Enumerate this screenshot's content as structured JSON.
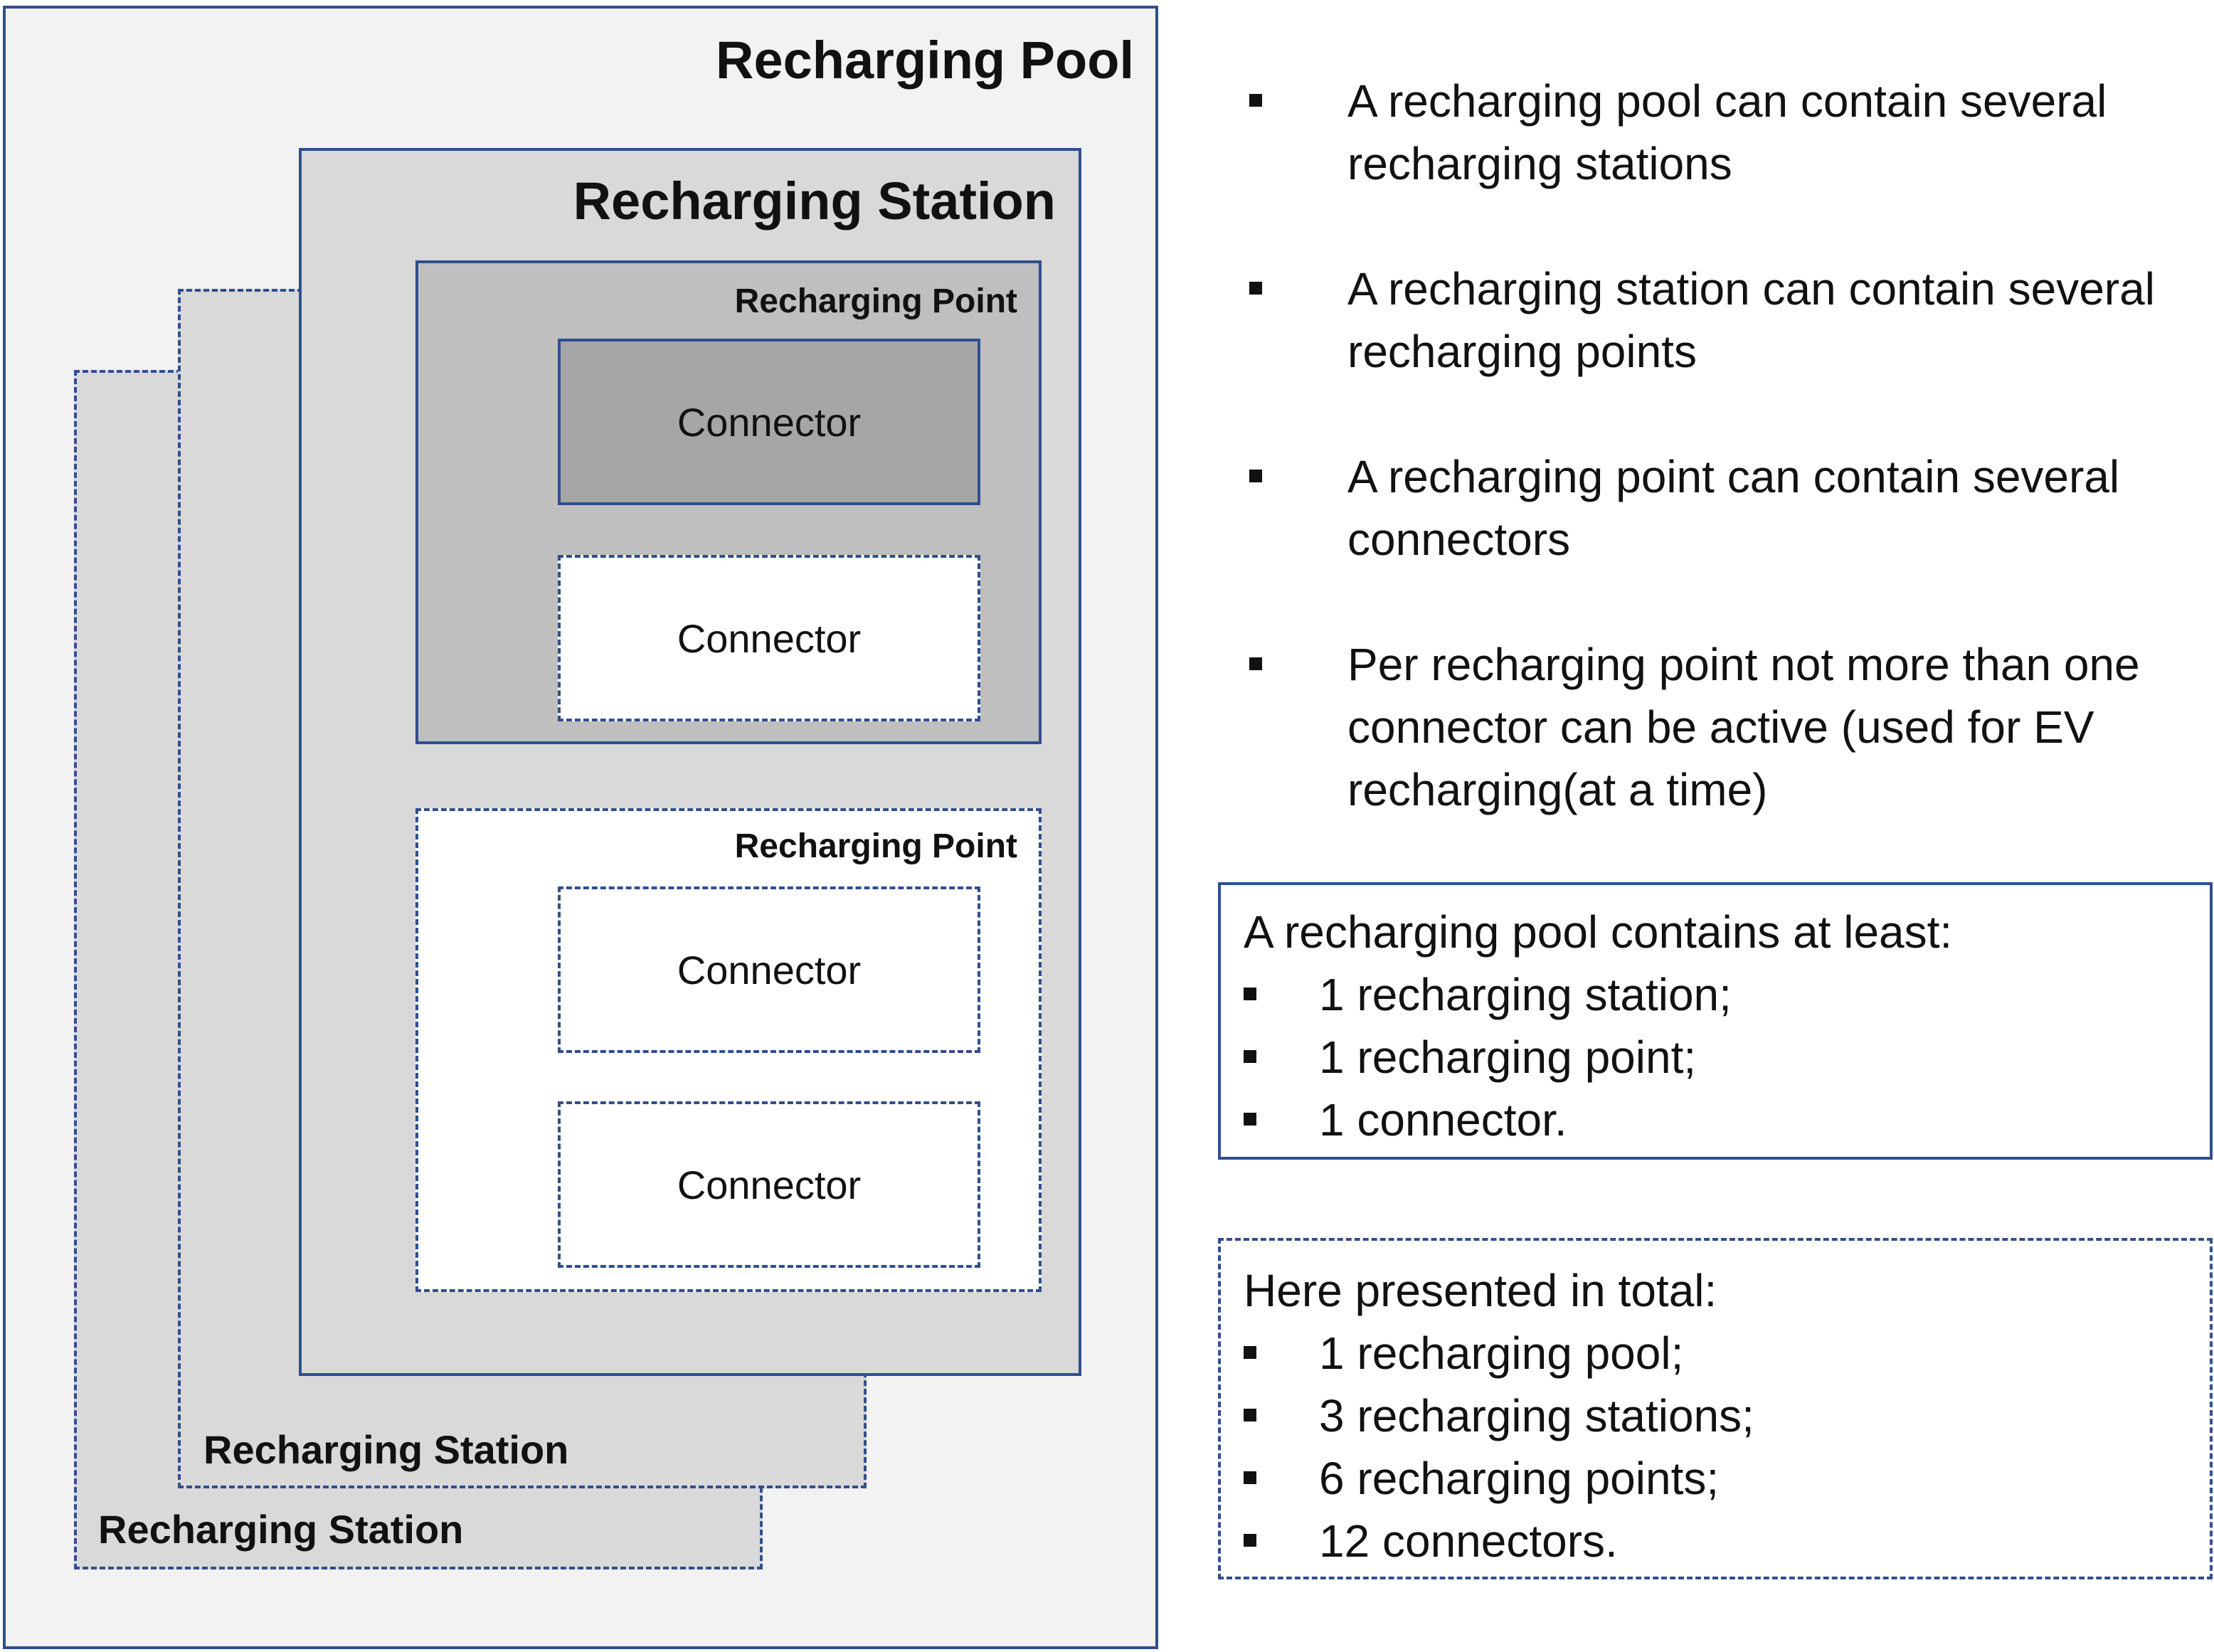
{
  "diagram": {
    "pool": {
      "title": "Recharging Pool"
    },
    "back_station_2": {
      "title": "Recharging Station"
    },
    "back_station_1": {
      "title": "Recharging Station"
    },
    "front_station": {
      "title": "Recharging Station",
      "point_active": {
        "title": "Recharging Point",
        "connector_active": "Connector",
        "connector_optional": "Connector"
      },
      "point_optional": {
        "title": "Recharging Point",
        "connector_1": "Connector",
        "connector_2": "Connector"
      }
    }
  },
  "notes": [
    "A recharging pool can contain several recharging stations",
    "A recharging station can contain several recharging points",
    "A recharging point can contain several connectors",
    "Per recharging point not more than one connector can be active (used for EV recharging(at a time)"
  ],
  "minimum_box": {
    "heading": "A recharging pool contains at least:",
    "items": [
      "1 recharging station;",
      "1 recharging point;",
      "1 connector."
    ]
  },
  "total_box": {
    "heading": "Here presented in total:",
    "items": [
      "1 recharging pool;",
      "3 recharging stations;",
      "6 recharging points;",
      "12 connectors."
    ]
  }
}
